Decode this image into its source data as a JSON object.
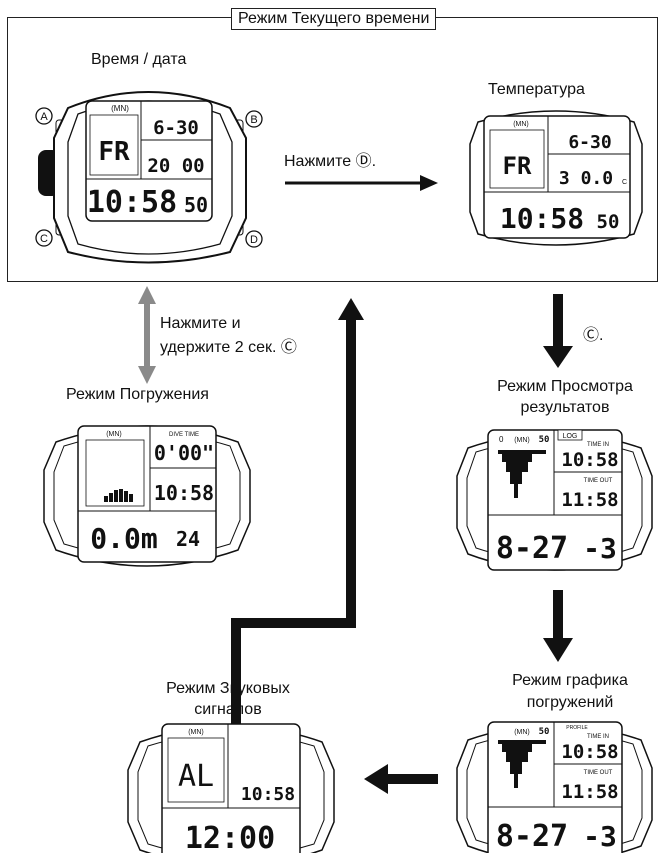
{
  "box_title": "Режим Текущего времени",
  "labels": {
    "time_date": "Время / дата",
    "temperature": "Температура",
    "press_d": "Нажмите Ⓓ.",
    "press_hold_line1": "Нажмите и",
    "press_hold_line2": "удержите 2 сек. Ⓒ",
    "dive_mode": "Режим Погружения",
    "press_c": "Ⓒ.",
    "log_mode_line1": "Режим Просмотра",
    "log_mode_line2": "результатов",
    "graph_mode_line1": "Режим графика",
    "graph_mode_line2": "погружений",
    "alarm_mode_line1": "Режим Звуковых",
    "alarm_mode_line2": "сигналов"
  },
  "buttons": {
    "a": "A",
    "b": "B",
    "c": "C",
    "d": "D"
  },
  "watch_time": {
    "top_mode": "(MN)",
    "day": "FR",
    "date": "6-30",
    "sub": "20 00",
    "time": "10:58",
    "sec": "50"
  },
  "watch_temp": {
    "top_mode": "(MN)",
    "day": "FR",
    "date": "6-30",
    "sub": "3 0.0",
    "unit": "C",
    "time": "10:58",
    "sec": "50"
  },
  "watch_dive": {
    "top_mode": "(MN)",
    "dive_time_label": "DIVE TIME",
    "dive_time": "0'00\"",
    "time": "10:58",
    "depth": "0.0m",
    "temp": "24"
  },
  "watch_log": {
    "top_left": "0",
    "top_mode": "(MN)",
    "top_right": "50",
    "log_tag": "LOG",
    "time_in_label": "TIME IN",
    "time_in": "10:58",
    "time_out_label": "TIME OUT",
    "time_out": "11:58",
    "date": "8-27",
    "num": "-3"
  },
  "watch_graph": {
    "top_mode": "(MN)",
    "top_right": "50",
    "profile_tag": "PROFILE",
    "time_in_label": "TIME IN",
    "time_in": "10:58",
    "time_out_label": "TIME OUT",
    "time_out": "11:58",
    "date": "8-27",
    "num": "-3"
  },
  "watch_alarm": {
    "top_mode": "(MN)",
    "mode_text": "AL",
    "sub_time": "10:58",
    "time": "12:00"
  }
}
